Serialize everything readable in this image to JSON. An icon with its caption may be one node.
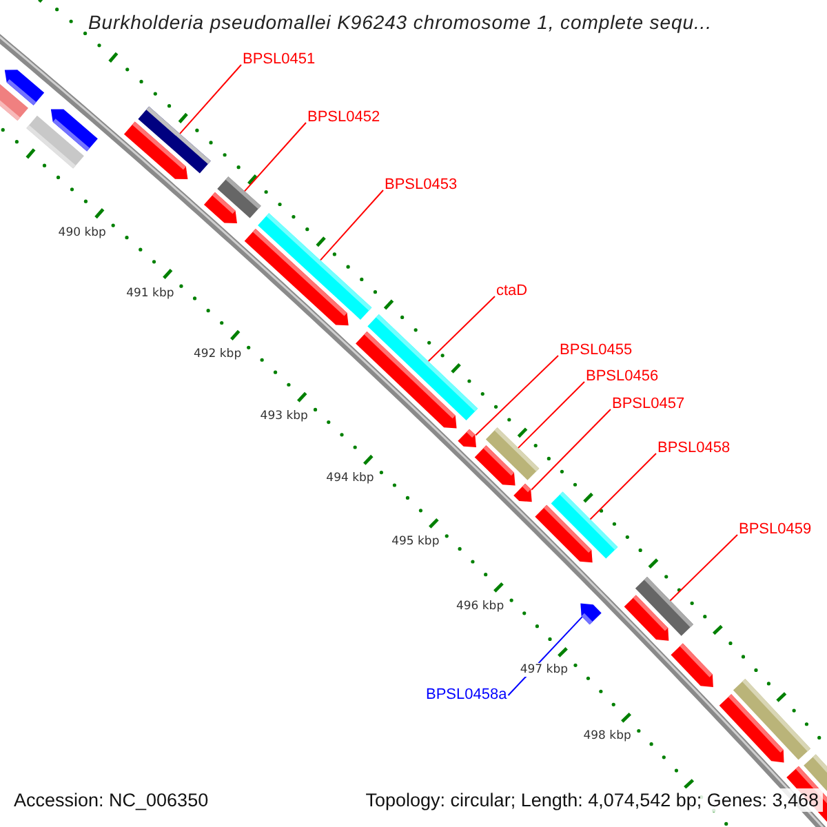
{
  "diagram": {
    "title": "Burkholderia pseudomallei K96243 chromosome 1, complete sequ...",
    "nodes": [
      {
        "text": [
          "BPSL0451"
        ]
      },
      {
        "text": [
          "BPSL0452"
        ]
      },
      {
        "text": [
          "BPSL0453"
        ]
      },
      {
        "text": [
          "ctaD"
        ]
      },
      {
        "text": [
          "BPSL0455"
        ]
      },
      {
        "text": [
          "BPSL0456"
        ]
      },
      {
        "text": [
          "BPSL0457"
        ]
      },
      {
        "text": [
          "BPSL0458"
        ]
      },
      {
        "text": [
          "BPSL0459"
        ]
      },
      {
        "text": [
          "BPSL0458a"
        ]
      },
      {
        "text": [],
        "shape": "bar"
      },
      {
        "text": [],
        "shape": "bar"
      },
      {
        "text": [],
        "shape": "bar"
      },
      {
        "text": [],
        "shape": "bar"
      },
      {
        "text": [],
        "shape": "arrow"
      },
      {
        "text": [],
        "shape": "bar"
      },
      {
        "text": [],
        "shape": "arrow"
      },
      {
        "text": [],
        "shape": "bar"
      },
      {
        "text": [],
        "shape": "arrow"
      },
      {
        "text": [],
        "shape": "bar"
      }
    ],
    "edges": [
      {
        "from": 0,
        "to": 10,
        "arrow": "none"
      },
      {
        "from": 1,
        "to": 11,
        "arrow": "none"
      },
      {
        "from": 2,
        "to": 12,
        "arrow": "none"
      },
      {
        "from": 3,
        "to": 13,
        "arrow": "none"
      },
      {
        "from": 4,
        "to": 14,
        "arrow": "none"
      },
      {
        "from": 5,
        "to": 15,
        "arrow": "none"
      },
      {
        "from": 6,
        "to": 16,
        "arrow": "none"
      },
      {
        "from": 7,
        "to": 17,
        "arrow": "none"
      },
      {
        "from": 8,
        "to": 19,
        "arrow": "none"
      },
      {
        "from": 9,
        "to": 18,
        "arrow": "none",
        "color": "#0000ff"
      }
    ],
    "labels": [
      "490 kbp",
      "491 kbp",
      "492 kbp",
      "493 kbp",
      "494 kbp",
      "495 kbp",
      "496 kbp",
      "497 kbp",
      "498 kbp",
      "Accession: NC_006350",
      "Topology: circular; Length: 4,074,542 bp; Genes: 3,468"
    ]
  }
}
